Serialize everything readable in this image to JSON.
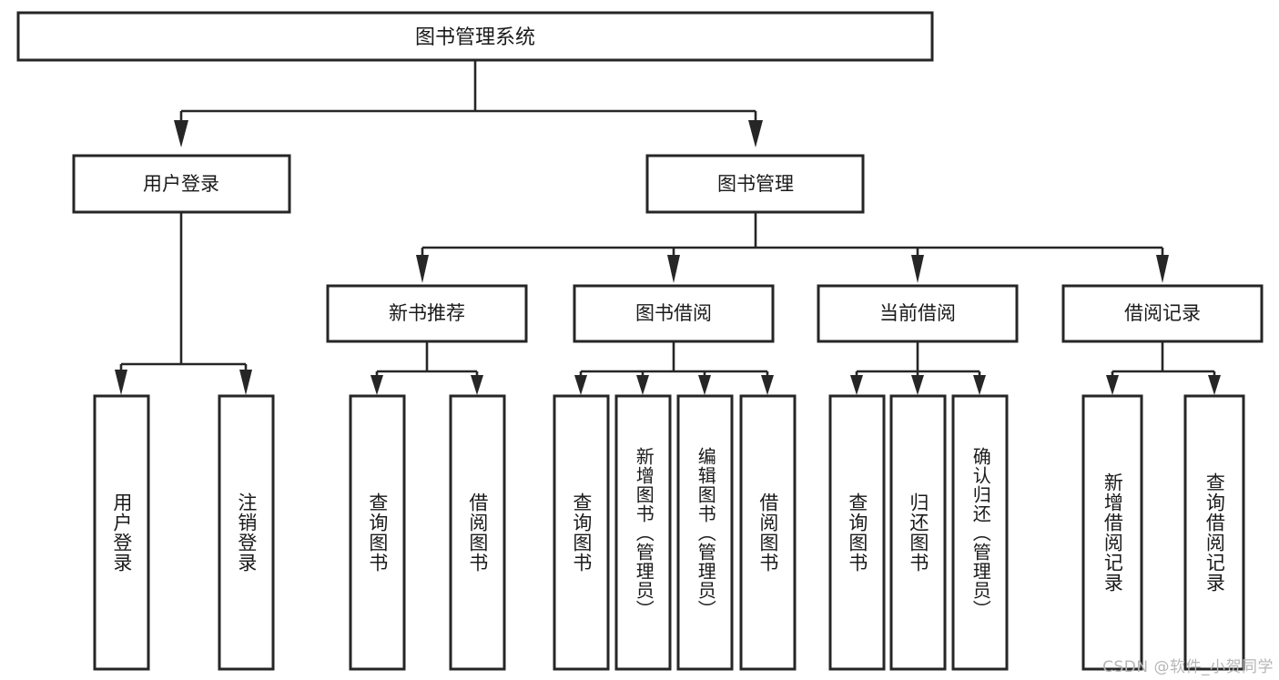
{
  "diagram": {
    "title": "图书管理系统",
    "watermark": "CSDN @软件_小贺同学",
    "colors": {
      "background": "#ffffff",
      "box_border": "#262626",
      "box_fill": "#ffffff",
      "connector": "#262626",
      "text": "#1a1a1a",
      "watermark": "#b6b6b6"
    },
    "root": {
      "label": "图书管理系统",
      "level": 0
    },
    "level2": [
      {
        "label": "用户登录"
      },
      {
        "label": "图书管理"
      }
    ],
    "level3": [
      {
        "label": "新书推荐"
      },
      {
        "label": "图书借阅"
      },
      {
        "label": "当前借阅"
      },
      {
        "label": "借阅记录"
      }
    ],
    "leaves": [
      {
        "label": "用户登录",
        "parent": "用户登录"
      },
      {
        "label": "注销登录",
        "parent": "用户登录"
      },
      {
        "label": "查询图书",
        "parent": "新书推荐"
      },
      {
        "label": "借阅图书",
        "parent": "新书推荐"
      },
      {
        "label": "查询图书",
        "parent": "图书借阅"
      },
      {
        "label": "新增图书（管理员）",
        "parent": "图书借阅"
      },
      {
        "label": "编辑图书（管理员）",
        "parent": "图书借阅"
      },
      {
        "label": "借阅图书",
        "parent": "图书借阅"
      },
      {
        "label": "查询图书",
        "parent": "当前借阅"
      },
      {
        "label": "归还图书",
        "parent": "当前借阅"
      },
      {
        "label": "确认归还（管理员）",
        "parent": "当前借阅"
      },
      {
        "label": "新增借阅记录",
        "parent": "借阅记录"
      },
      {
        "label": "查询借阅记录",
        "parent": "借阅记录"
      }
    ]
  }
}
